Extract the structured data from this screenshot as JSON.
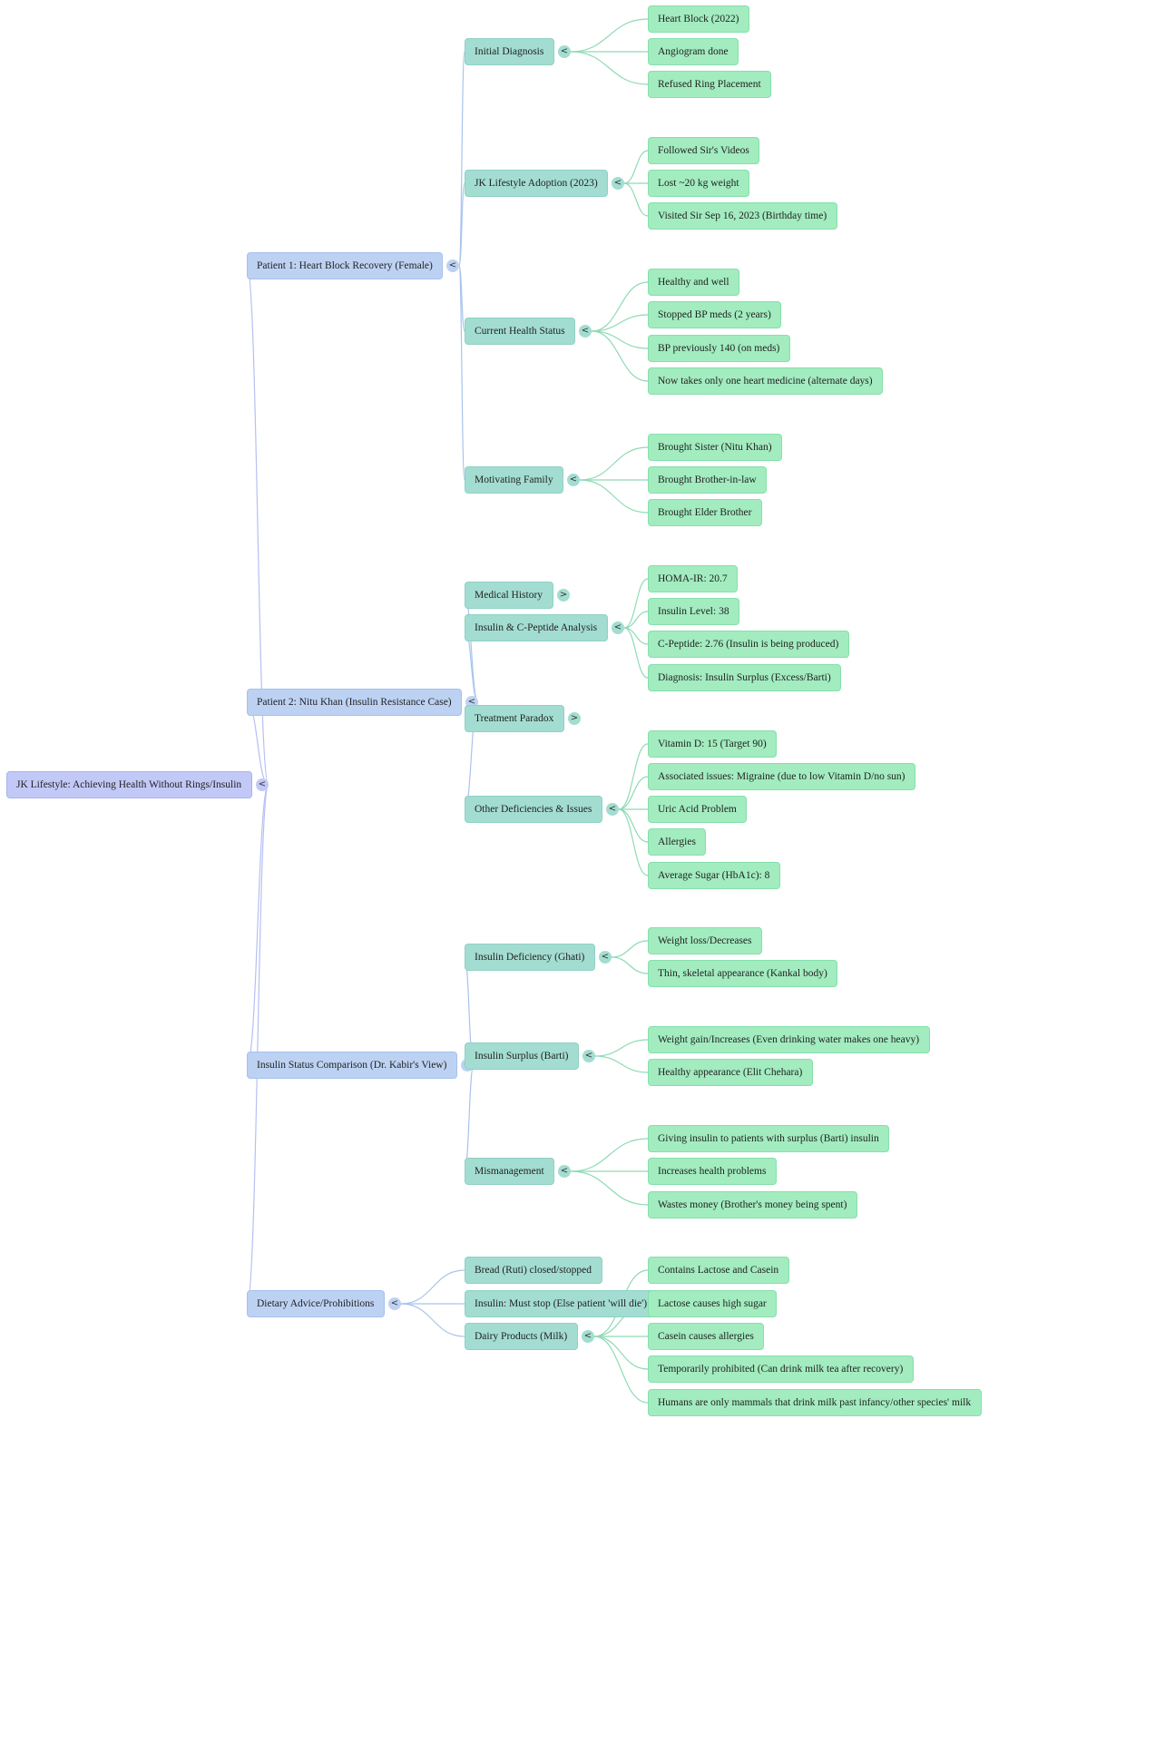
{
  "mindmap": {
    "root": {
      "label": "JK Lifestyle: Achieving Health Without Rings/Insulin",
      "expanded": true,
      "children": [
        {
          "label": "Patient 1: Heart Block Recovery (Female)",
          "expanded": true,
          "children": [
            {
              "label": "Initial Diagnosis",
              "expanded": true,
              "children": [
                "Heart Block (2022)",
                "Angiogram done",
                "Refused Ring Placement"
              ]
            },
            {
              "label": "JK Lifestyle Adoption (2023)",
              "expanded": true,
              "children": [
                "Followed Sir's Videos",
                "Lost ~20 kg weight",
                "Visited Sir Sep 16, 2023 (Birthday time)"
              ]
            },
            {
              "label": "Current Health Status",
              "expanded": true,
              "children": [
                "Healthy and well",
                "Stopped BP meds (2 years)",
                "BP previously 140 (on meds)",
                "Now takes only one heart medicine (alternate days)"
              ]
            },
            {
              "label": "Motivating Family",
              "expanded": true,
              "children": [
                "Brought Sister (Nitu Khan)",
                "Brought Brother-in-law",
                "Brought Elder Brother"
              ]
            }
          ]
        },
        {
          "label": "Patient 2: Nitu Khan (Insulin Resistance Case)",
          "expanded": true,
          "children": [
            {
              "label": "Medical History",
              "expanded": false,
              "children": []
            },
            {
              "label": "Insulin & C-Peptide Analysis",
              "expanded": true,
              "children": [
                "HOMA-IR: 20.7",
                "Insulin Level: 38",
                "C-Peptide: 2.76 (Insulin is being produced)",
                "Diagnosis: Insulin Surplus (Excess/Barti)"
              ]
            },
            {
              "label": "Treatment Paradox",
              "expanded": false,
              "children": []
            },
            {
              "label": "Other Deficiencies & Issues",
              "expanded": true,
              "children": [
                "Vitamin D: 15 (Target 90)",
                "Associated issues: Migraine (due to low Vitamin D/no sun)",
                "Uric Acid Problem",
                "Allergies",
                "Average Sugar (HbA1c): 8"
              ]
            }
          ]
        },
        {
          "label": "Insulin Status Comparison (Dr. Kabir's View)",
          "expanded": true,
          "children": [
            {
              "label": "Insulin Deficiency (Ghati)",
              "expanded": true,
              "children": [
                "Weight loss/Decreases",
                "Thin, skeletal appearance (Kankal body)"
              ]
            },
            {
              "label": "Insulin Surplus (Barti)",
              "expanded": true,
              "children": [
                "Weight gain/Increases (Even drinking water makes one heavy)",
                "Healthy appearance (Elit Chehara)"
              ]
            },
            {
              "label": "Mismanagement",
              "expanded": true,
              "children": [
                "Giving insulin to patients with surplus (Barti) insulin",
                "Increases health problems",
                "Wastes money (Brother's money being spent)"
              ]
            }
          ]
        },
        {
          "label": "Dietary Advice/Prohibitions",
          "expanded": true,
          "children": [
            {
              "label": "Bread (Ruti) closed/stopped",
              "leaf": true,
              "children": []
            },
            {
              "label": "Insulin: Must stop (Else patient 'will die')",
              "leaf": true,
              "children": []
            },
            {
              "label": "Dairy Products (Milk)",
              "expanded": true,
              "children": [
                "Contains Lactose and Casein",
                "Lactose causes high sugar",
                "Casein causes allergies",
                "Temporarily prohibited (Can drink milk tea after recovery)",
                "Humans are only mammals that drink milk past infancy/other species' milk"
              ]
            }
          ]
        }
      ]
    },
    "toggle_symbols": {
      "expanded": "<",
      "collapsed": ">"
    },
    "colors": {
      "level0": "#c2c9f7",
      "level1": "#bdd2f3",
      "level2": "#a3ddd1",
      "level3": "#a2ecbf",
      "edge_level0": "#b6c0f2",
      "edge_level1": "#a9c4ec",
      "edge_level2": "#8edbb4"
    }
  }
}
